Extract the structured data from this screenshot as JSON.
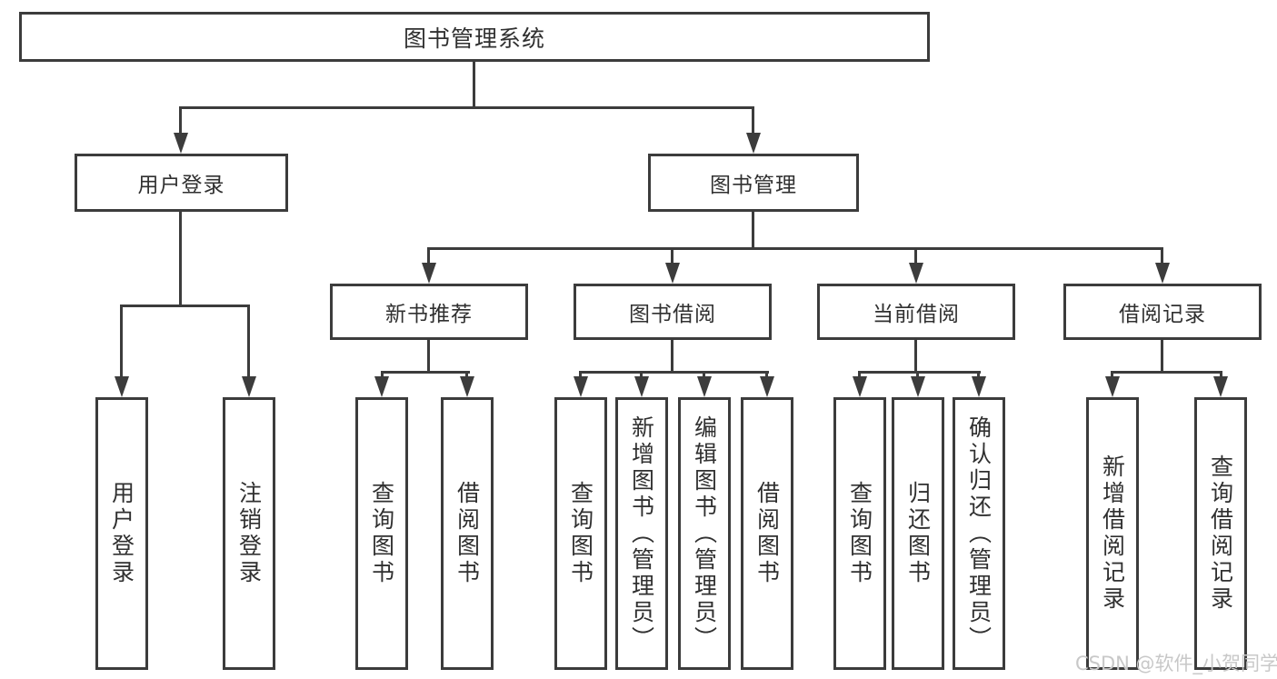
{
  "nodes": {
    "root": "图书管理系统",
    "user_login": "用户登录",
    "book_mgmt": "图书管理",
    "new_books": "新书推荐",
    "book_borrow": "图书借阅",
    "current_borrow": "当前借阅",
    "borrow_records": "借阅记录",
    "leaf_user_login": "用户登录",
    "leaf_logout": "注销登录",
    "leaf_nb_query": "查询图书",
    "leaf_nb_borrow": "借阅图书",
    "leaf_bb_query": "查询图书",
    "leaf_bb_add": "新增图书（管理员）",
    "leaf_bb_edit": "编辑图书（管理员）",
    "leaf_bb_borrow": "借阅图书",
    "leaf_cb_query": "查询图书",
    "leaf_cb_return": "归还图书",
    "leaf_cb_confirm": "确认归还（管理员）",
    "leaf_br_add": "新增借阅记录",
    "leaf_br_query": "查询借阅记录"
  },
  "hierarchy": {
    "图书管理系统": {
      "用户登录": [
        "用户登录",
        "注销登录"
      ],
      "图书管理": {
        "新书推荐": [
          "查询图书",
          "借阅图书"
        ],
        "图书借阅": [
          "查询图书",
          "新增图书（管理员）",
          "编辑图书（管理员）",
          "借阅图书"
        ],
        "当前借阅": [
          "查询图书",
          "归还图书",
          "确认归还（管理员）"
        ],
        "借阅记录": [
          "新增借阅记录",
          "查询借阅记录"
        ]
      }
    }
  },
  "watermark": "CSDN @软件_小贺同学",
  "colors": {
    "line": "#3c3c3c",
    "text": "#303030",
    "watermark": "#c8c8c8",
    "background": "#ffffff"
  }
}
